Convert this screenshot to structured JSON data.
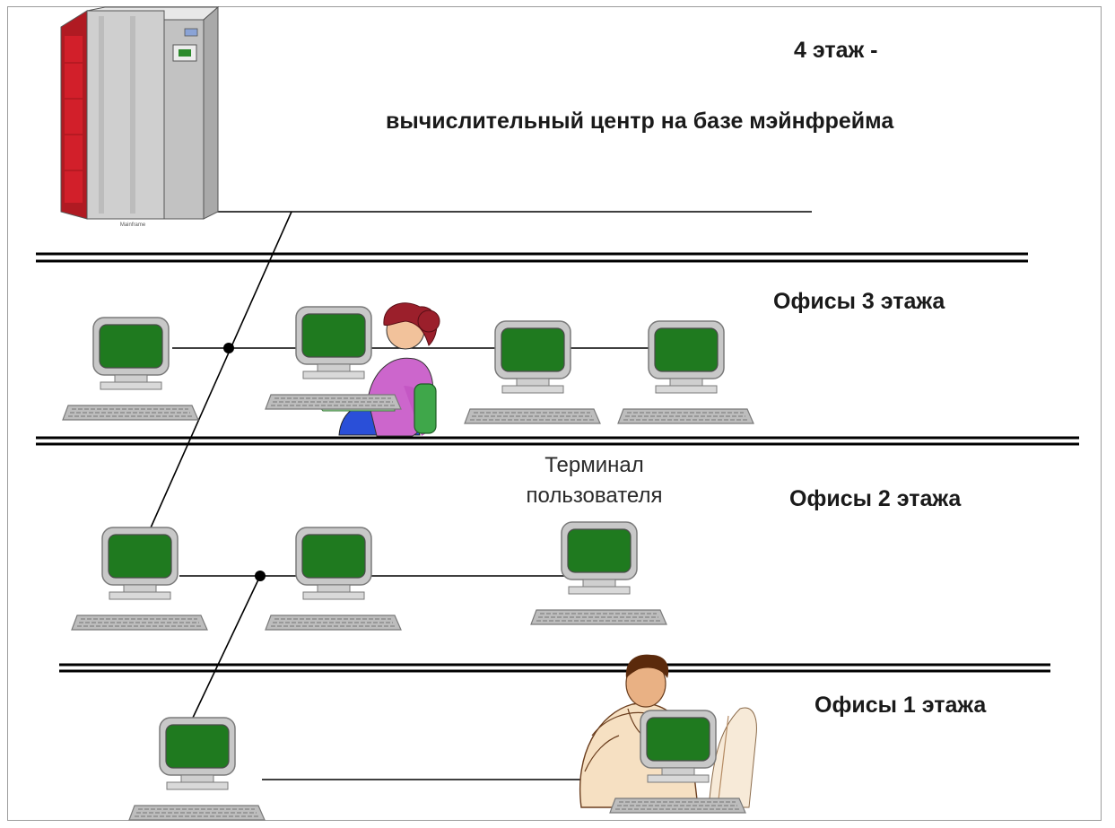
{
  "labels": {
    "floor4_line1": "4 этаж -",
    "floor4_line2": "вычислительный центр на базе мэйнфрейма",
    "floor3": "Офисы 3 этажа",
    "floor2": "Офисы 2 этажа",
    "floor1": "Офисы 1 этажа",
    "terminal_line1": "Терминал",
    "terminal_line2": "пользователя",
    "mainframe_caption": "Mainframe"
  },
  "colors": {
    "screen": "#1f7a1f",
    "monitor_body": "#c8c8c8",
    "keyboard": "#bdbdbd",
    "floor_line": "#000000",
    "mainframe_panel": "#d21f2a"
  },
  "icons": {
    "mainframe": "mainframe-cabinet-icon",
    "terminal": "computer-terminal-icon",
    "woman_operator": "woman-at-terminal-icon",
    "man_operator": "man-at-terminal-icon"
  }
}
